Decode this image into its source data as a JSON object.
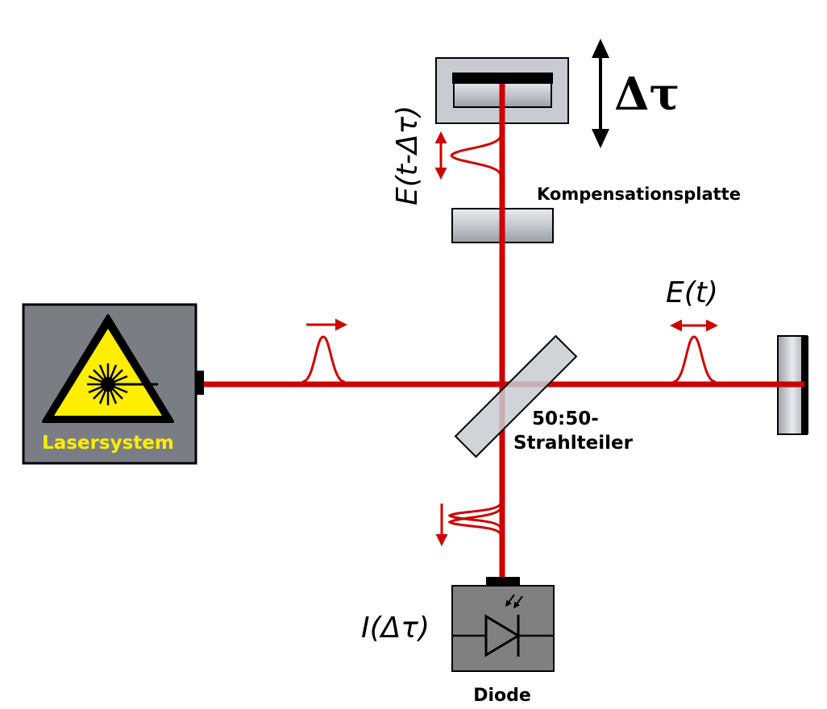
{
  "colors": {
    "beam": "#cc0000",
    "component_fill": "#c8ccd2",
    "component_stroke": "#000000",
    "laser_box": "#7a7e84",
    "warning_yellow": "#ffee00",
    "laser_label": "#ffee00",
    "diode_box": "#808080"
  },
  "labels": {
    "delay": "Δτ",
    "delayed_field": "E(t-Δτ)",
    "compensation_plate": "Kompensationsplatte",
    "field": "E(t)",
    "laser_system": "Lasersystem",
    "beamsplitter_line1": "50:50-",
    "beamsplitter_line2": "Strahlteiler",
    "intensity": "I(Δτ)",
    "diode": "Diode"
  },
  "icons": {
    "laser_warning": "laser-warning-icon",
    "diode_symbol": "photodiode-icon",
    "light_arrows": "incoming-light-icon"
  }
}
